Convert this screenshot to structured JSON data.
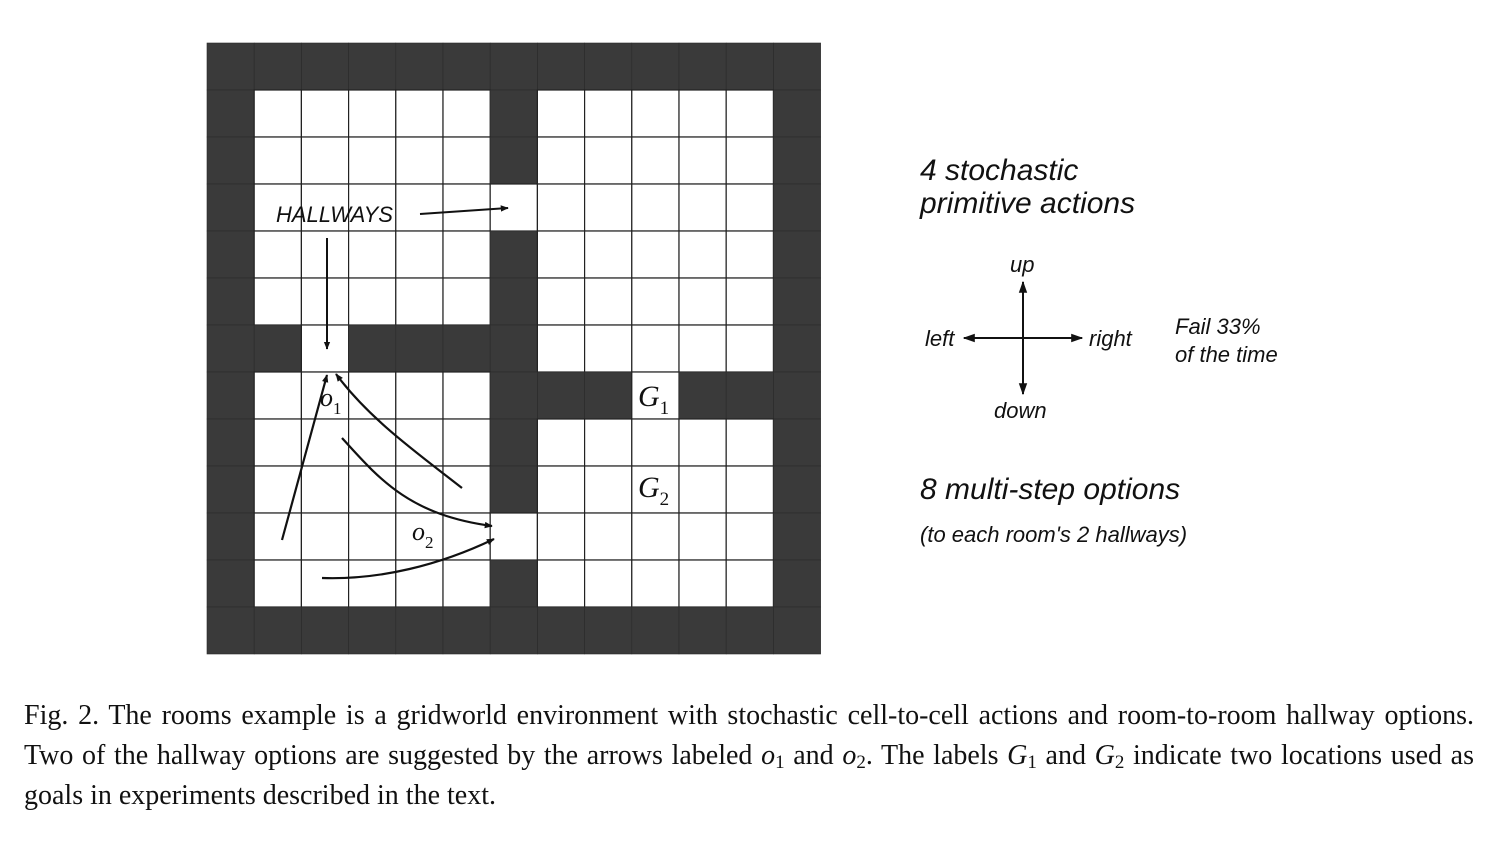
{
  "grid": {
    "cols": 13,
    "rows": 13,
    "open_cells": {
      "room_top_left": {
        "cols": [
          1,
          5
        ],
        "rows": [
          1,
          5
        ]
      },
      "room_top_right": {
        "cols": [
          7,
          11
        ],
        "rows": [
          1,
          6
        ]
      },
      "room_bottom_left": {
        "cols": [
          1,
          5
        ],
        "rows": [
          7,
          11
        ]
      },
      "room_bottom_right": {
        "cols": [
          7,
          11
        ],
        "rows": [
          8,
          11
        ]
      }
    },
    "hallways": [
      {
        "col": 6,
        "row": 3
      },
      {
        "col": 2,
        "row": 6
      },
      {
        "col": 9,
        "row": 7
      },
      {
        "col": 6,
        "row": 10
      }
    ],
    "colors": {
      "wall": "#3a3a3a",
      "open": "#ffffff",
      "line": "#222222"
    }
  },
  "labels": {
    "hallways": "HALLWAYS",
    "o1": {
      "base": "o",
      "sub": "1"
    },
    "o2": {
      "base": "o",
      "sub": "2"
    },
    "g1": {
      "base": "G",
      "sub": "1"
    },
    "g2": {
      "base": "G",
      "sub": "2"
    }
  },
  "legend": {
    "primitive_title_line1": "4 stochastic",
    "primitive_title_line2": "primitive actions",
    "up": "up",
    "down": "down",
    "left": "left",
    "right": "right",
    "fail_line1": "Fail 33%",
    "fail_line2": "of the time",
    "options_title": "8 multi-step options",
    "options_subtitle": "(to each room's 2 hallways)"
  },
  "caption": {
    "p1": "Fig. 2. The rooms example is a gridworld environment with stochastic cell-to-cell actions and room-to-room hallway options. Two of the hallway options are suggested by the arrows labeled ",
    "o_var": "o",
    "o1_sub": "1",
    "p2": " and ",
    "o2_sub": "2",
    "p3": ". The labels ",
    "g_var": "G",
    "g1_sub": "1",
    "p4": " and ",
    "g2_sub": "2",
    "p5": " indicate two locations used as goals in experiments described in the text."
  }
}
